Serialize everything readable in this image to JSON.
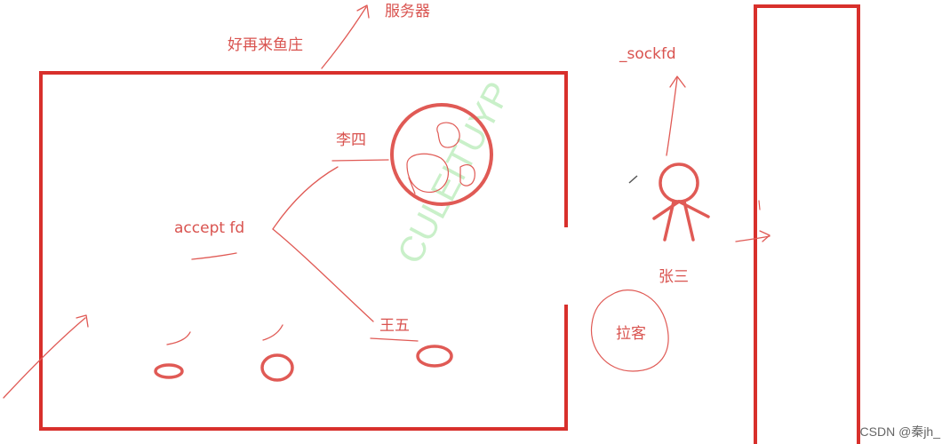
{
  "labels": {
    "server": "服务器",
    "restaurant": "好再来鱼庄",
    "sockfd": "_sockfd",
    "lisi": "李四",
    "accept_fd": "accept fd",
    "zhangsan": "张三",
    "wangwu": "王五",
    "lake": "拉客"
  },
  "watermark": "CSDN @秦jh_",
  "colors": {
    "ink": "#e05a55",
    "box": "#d8302c",
    "text": "#d9534f"
  }
}
